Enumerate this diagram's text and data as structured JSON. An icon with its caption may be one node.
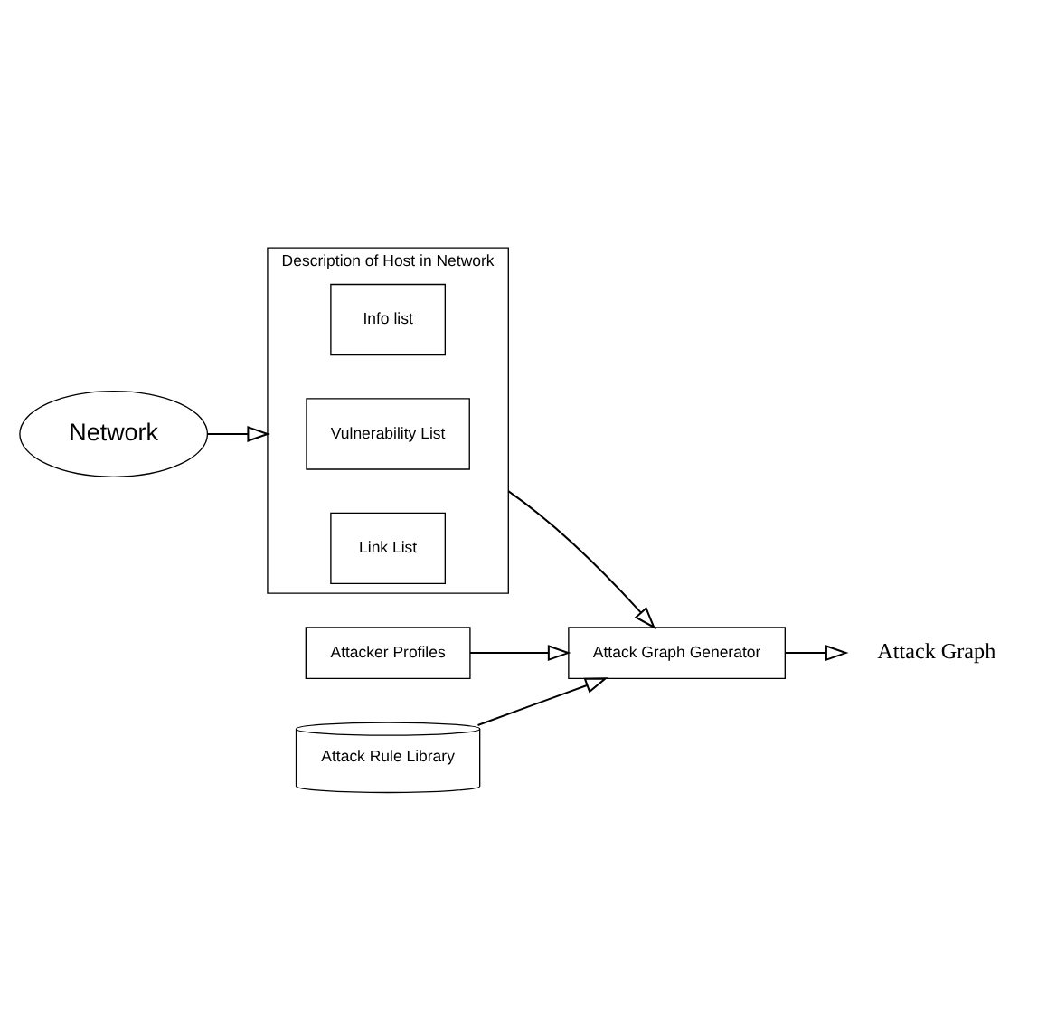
{
  "diagram": {
    "nodes": [
      {
        "text": [
          "Network"
        ]
      },
      {
        "text": [
          "Description of Host in Network"
        ]
      },
      {
        "text": [
          "Info list"
        ],
        "in": 1
      },
      {
        "text": [
          "Vulnerability List"
        ],
        "in": 1
      },
      {
        "text": [
          "Link List"
        ],
        "in": 1
      },
      {
        "text": [
          "Attacker Profiles"
        ]
      },
      {
        "text": [
          "Attack Graph Generator"
        ]
      },
      {
        "text": [
          "Attack Rule Library"
        ]
      },
      {
        "text": [
          "Attack Graph"
        ]
      }
    ],
    "edges": [
      {
        "from": 0,
        "to": 1,
        "arrow": "to"
      },
      {
        "from": 1,
        "to": 6,
        "arrow": "to"
      },
      {
        "from": 5,
        "to": 6,
        "arrow": "to"
      },
      {
        "from": 7,
        "to": 6,
        "arrow": "to"
      },
      {
        "from": 6,
        "to": 8,
        "arrow": "to"
      }
    ]
  }
}
